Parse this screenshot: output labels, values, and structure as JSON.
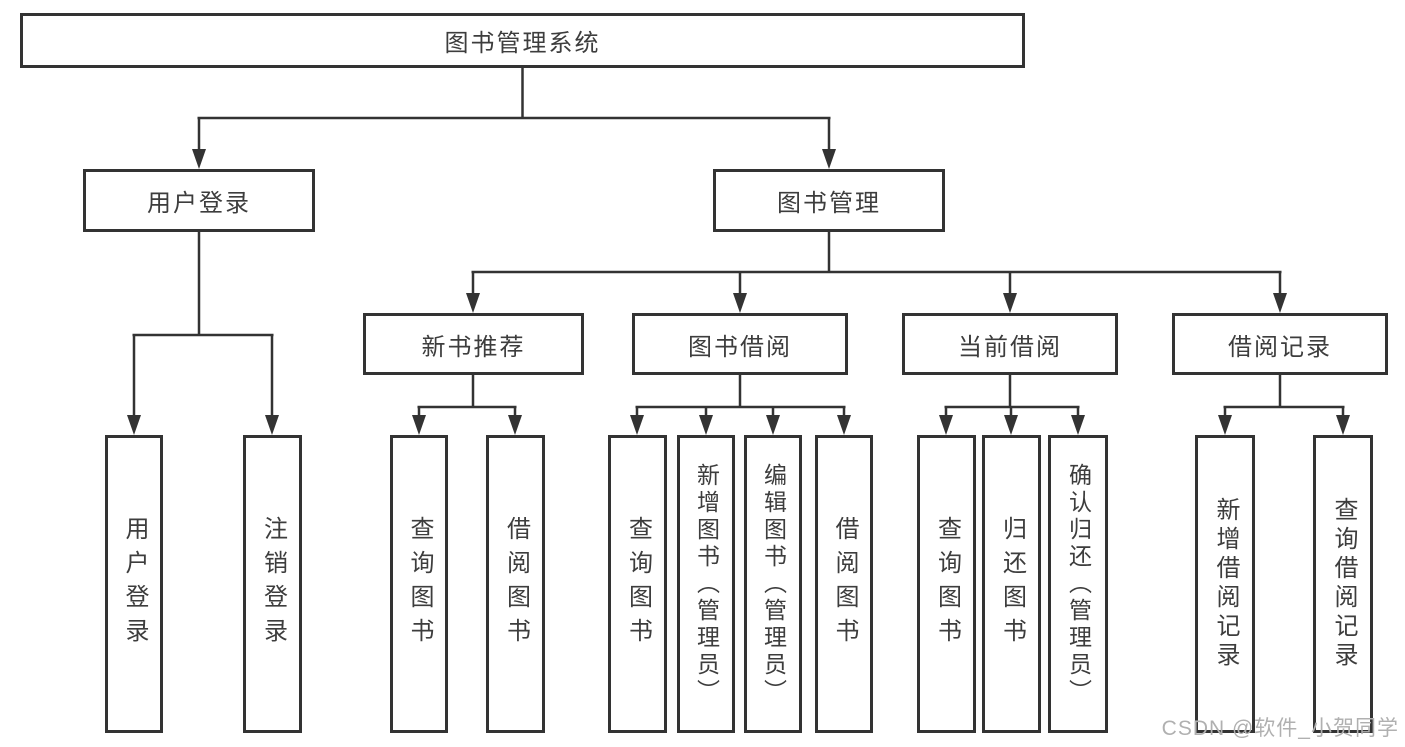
{
  "tree": {
    "root": {
      "label": "图书管理系统"
    },
    "branches": [
      {
        "label": "用户登录",
        "children": [
          {
            "label": "用户登录"
          },
          {
            "label": "注销登录"
          }
        ]
      },
      {
        "label": "图书管理",
        "sections": [
          {
            "label": "新书推荐",
            "children": [
              {
                "label": "查询图书"
              },
              {
                "label": "借阅图书"
              }
            ]
          },
          {
            "label": "图书借阅",
            "children": [
              {
                "label": "查询图书"
              },
              {
                "label": "新增图书（管理员）"
              },
              {
                "label": "编辑图书（管理员）"
              },
              {
                "label": "借阅图书"
              }
            ]
          },
          {
            "label": "当前借阅",
            "children": [
              {
                "label": "查询图书"
              },
              {
                "label": "归还图书"
              },
              {
                "label": "确认归还（管理员）"
              }
            ]
          },
          {
            "label": "借阅记录",
            "children": [
              {
                "label": "新增借阅记录"
              },
              {
                "label": "查询借阅记录"
              }
            ]
          }
        ]
      }
    ]
  },
  "watermark": "CSDN @软件_小贺同学",
  "colors": {
    "background": "#ffffff",
    "box_border": "#333333",
    "connector": "#333333",
    "text": "#3d3d3d",
    "watermark": "#b0b0b0"
  }
}
